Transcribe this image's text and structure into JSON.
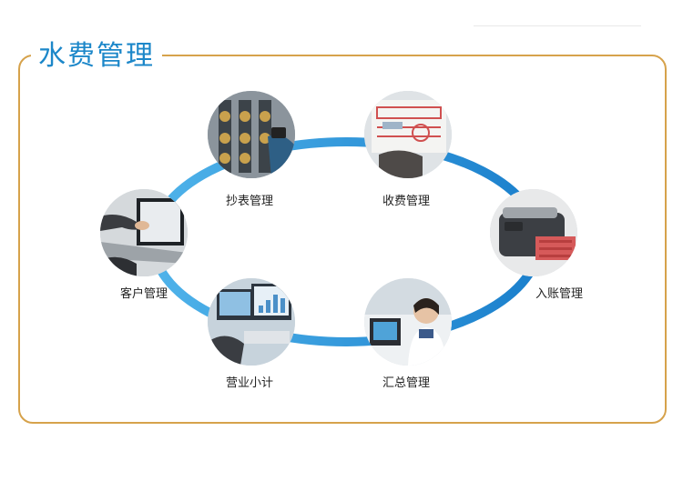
{
  "title": "水费管理",
  "colors": {
    "accent": "#1c87c9",
    "frame": "#d6a24b",
    "ring": "#1b8fd6"
  },
  "nodes": [
    {
      "id": "meter",
      "label": "抄表管理",
      "icon": "meter-reading-photo"
    },
    {
      "id": "charge",
      "label": "收费管理",
      "icon": "receipt-photo"
    },
    {
      "id": "account",
      "label": "入账管理",
      "icon": "money-counter-photo"
    },
    {
      "id": "summary",
      "label": "汇总管理",
      "icon": "operator-photo"
    },
    {
      "id": "business",
      "label": "营业小计",
      "icon": "monitor-photo"
    },
    {
      "id": "customer",
      "label": "客户管理",
      "icon": "laptop-photo"
    }
  ]
}
